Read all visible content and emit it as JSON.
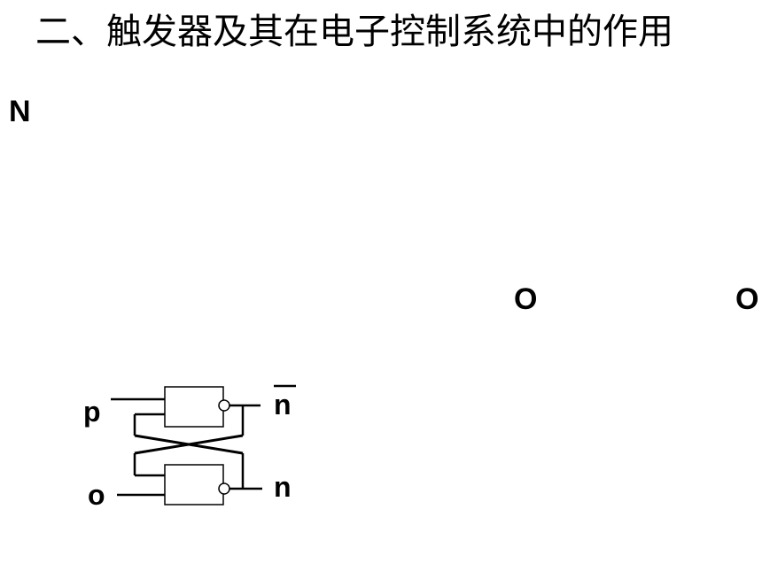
{
  "title": "二、触发器及其在电子控制系统中的作用",
  "letters": {
    "top_left": "N",
    "mid": "O",
    "right": "O"
  },
  "latch": {
    "input_top": "p",
    "input_bottom": "o",
    "output_top": "n",
    "output_bottom": "n"
  }
}
